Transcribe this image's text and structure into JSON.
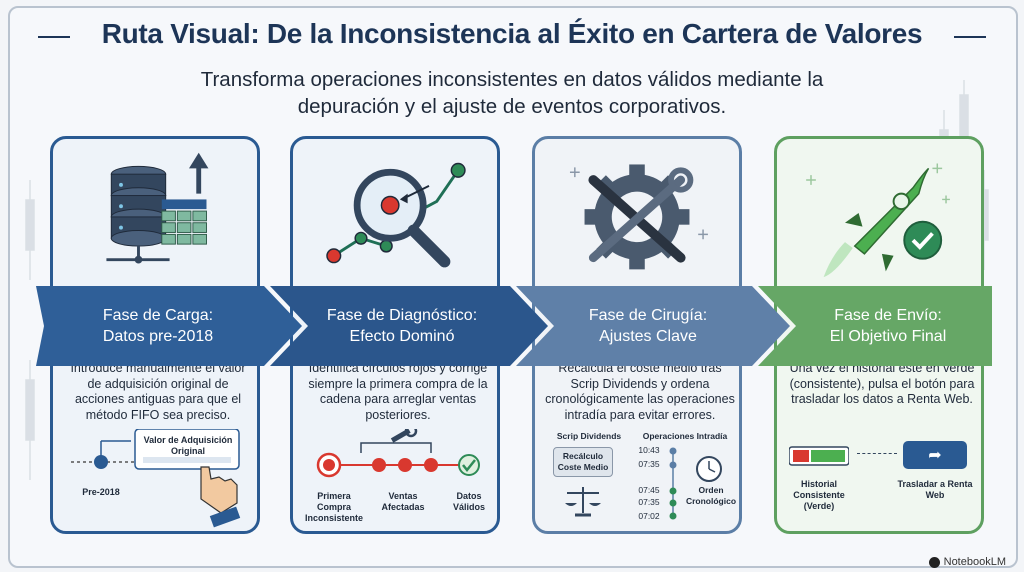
{
  "title": "Ruta Visual: De la Inconsistencia al Éxito en Cartera de Valores",
  "subtitle_line1": "Transforma operaciones inconsistentes en datos válidos mediante la",
  "subtitle_line2": "depuración y el ajuste de eventos corporativos.",
  "phases": [
    {
      "banner_line1": "Fase de Carga:",
      "banner_line2": "Datos pre-2018",
      "body": "Introduce manualmente el valor de adquisición original de acciones antiguas para que el método FIFO sea preciso.",
      "diagram": {
        "box_label": "Valor de Adquisición Original",
        "point_label": "Pre-2018"
      }
    },
    {
      "banner_line1": "Fase de Diagnóstico:",
      "banner_line2": "Efecto Dominó",
      "body": "Identifica círculos rojos y corrige siempre la primera compra de la cadena para arreglar ventas posteriores.",
      "diagram": {
        "first_label": "Primera Compra Inconsistente",
        "middle_label": "Ventas Afectadas",
        "end_label": "Datos Válidos"
      }
    },
    {
      "banner_line1": "Fase de Cirugía:",
      "banner_line2": "Ajustes Clave",
      "body": "Recalcula el coste medio tras Scrip Dividends y ordena cronológicamente las operaciones intradía para evitar errores.",
      "diagram": {
        "left_header": "Scrip Dividends",
        "right_header": "Operaciones Intradía",
        "recalc_label": "Recálculo Coste Medio",
        "times": [
          "10:43",
          "07:35",
          "07:45",
          "07:35",
          "07:02"
        ],
        "order_label": "Orden Cronológico"
      }
    },
    {
      "banner_line1": "Fase de Envío:",
      "banner_line2": "El Objetivo Final",
      "body": "Una vez el historial esté en verde (consistente), pulsa el botón para trasladar los datos a Renta Web.",
      "diagram": {
        "history_label": "Historial Consistente (Verde)",
        "transfer_label": "Trasladar a Renta Web"
      }
    }
  ],
  "brand": "NotebookLM",
  "colors": {
    "navy": "#1d3557",
    "blue": "#2a5a92",
    "lightblue": "#5b7ea6",
    "green": "#5ea060",
    "red": "#d9382f"
  }
}
